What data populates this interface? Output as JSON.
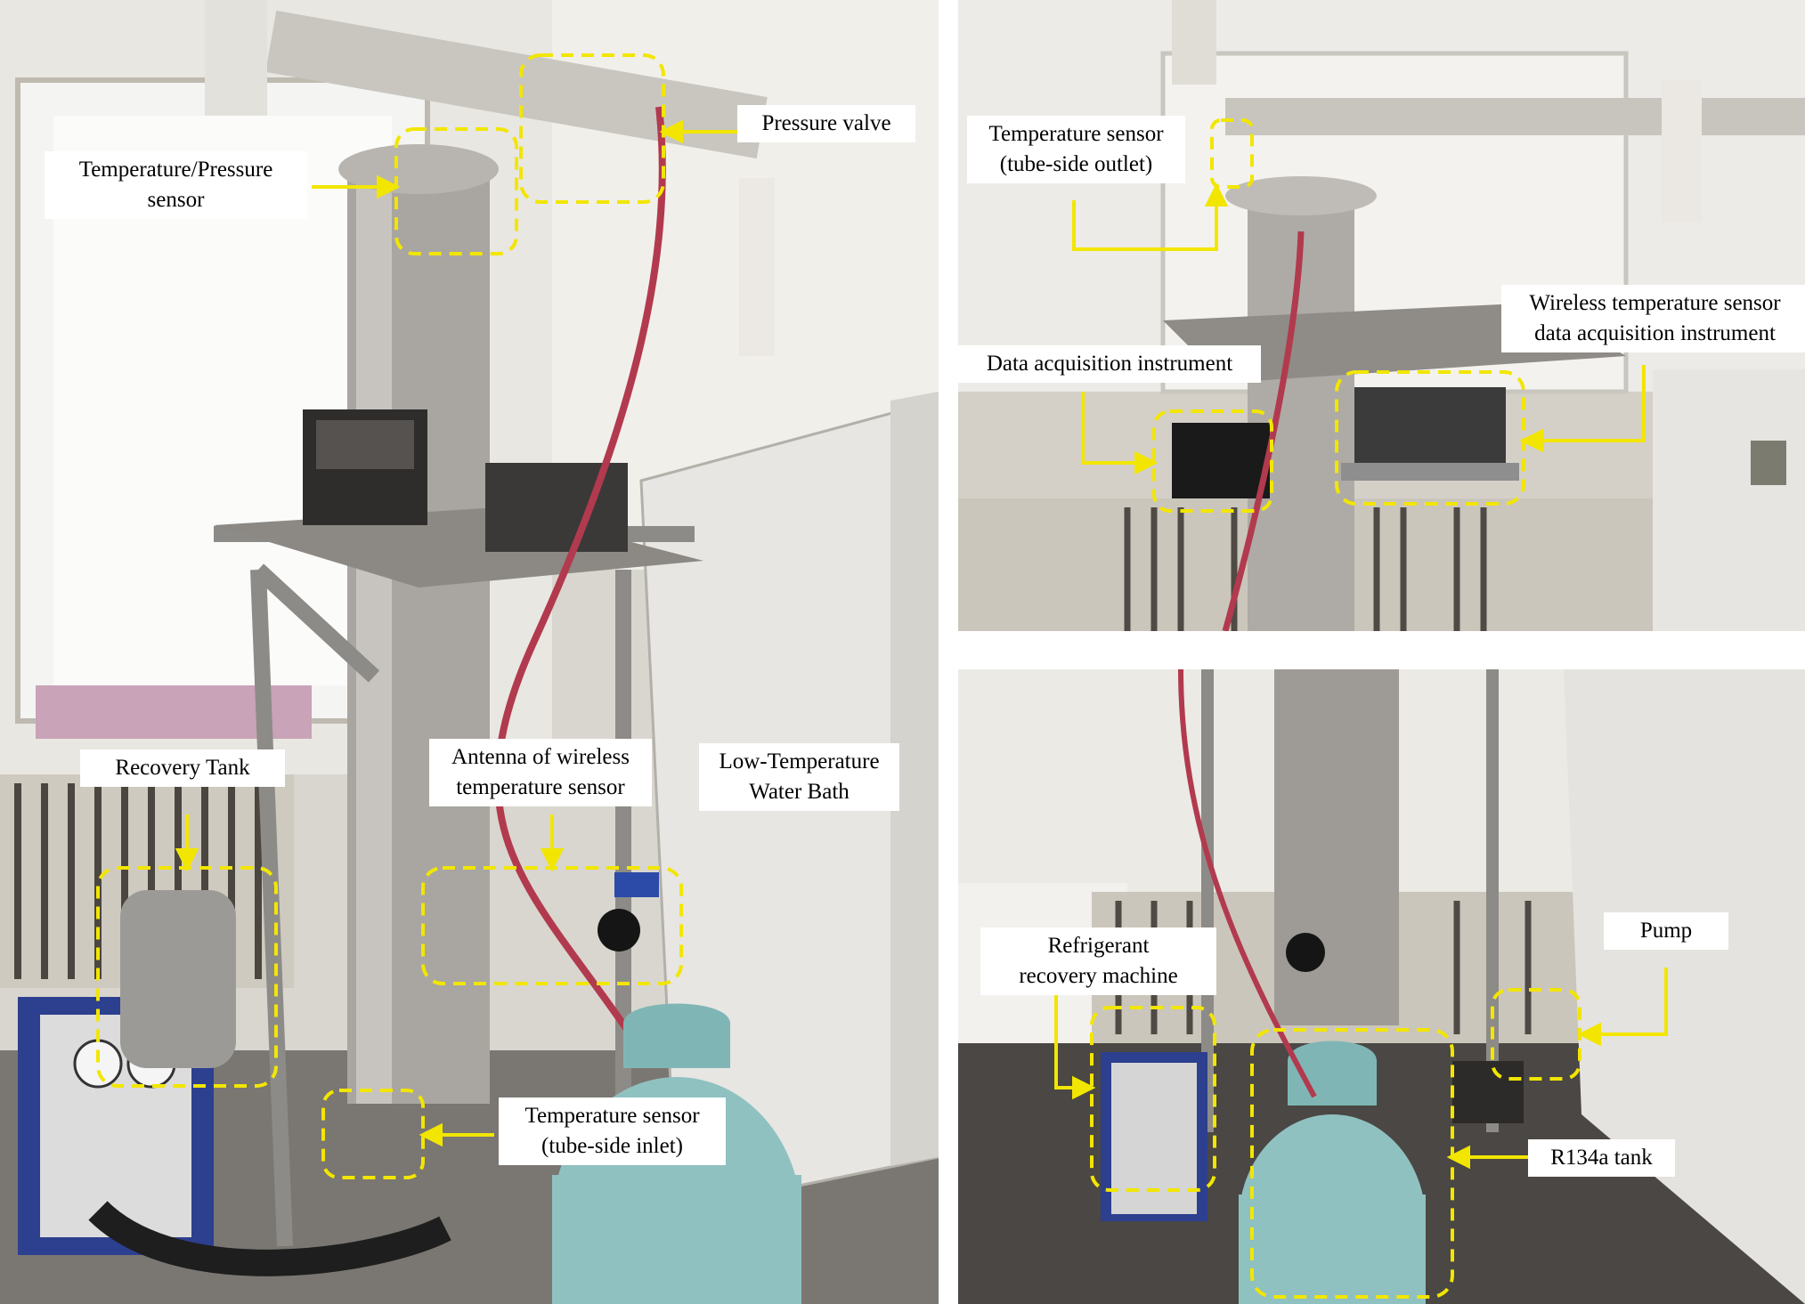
{
  "figure": {
    "panels": [
      {
        "id": "left",
        "description_hidden": true
      },
      {
        "id": "top-right",
        "description_hidden": true
      },
      {
        "id": "bottom-right",
        "description_hidden": true
      }
    ],
    "colors": {
      "highlight": "#f2e600",
      "label_bg": "#ffffff",
      "label_text": "#000000"
    }
  },
  "labels": {
    "pressure_valve": "Pressure valve",
    "temp_pressure_sensor": [
      "Temperature/Pressure",
      "sensor"
    ],
    "recovery_tank": "Recovery Tank",
    "antenna": [
      "Antenna of wireless",
      "temperature sensor"
    ],
    "water_bath": [
      "Low-Temperature",
      "Water Bath"
    ],
    "temp_sensor_inlet": [
      "Temperature sensor",
      "(tube-side inlet)"
    ],
    "temp_sensor_outlet": [
      "Temperature sensor",
      "(tube-side outlet)"
    ],
    "wireless_daq": [
      "Wireless temperature sensor",
      "data acquisition instrument"
    ],
    "daq": "Data acquisition instrument",
    "refrigerant_recovery": [
      "Refrigerant",
      "recovery machine"
    ],
    "pump": "Pump",
    "r134a_tank": "R134a tank"
  }
}
